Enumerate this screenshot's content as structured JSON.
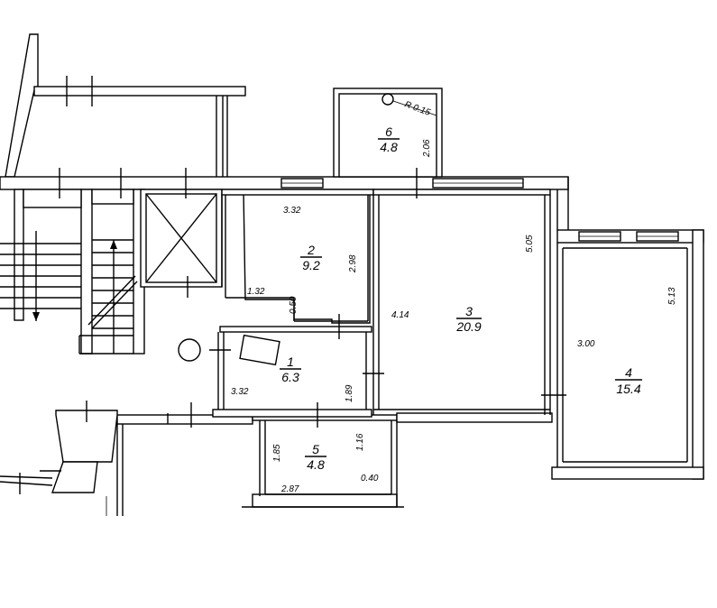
{
  "rooms": [
    {
      "number": "1",
      "area": "6.3"
    },
    {
      "number": "2",
      "area": "9.2"
    },
    {
      "number": "3",
      "area": "20.9"
    },
    {
      "number": "4",
      "area": "15.4"
    },
    {
      "number": "5",
      "area": "4.8"
    },
    {
      "number": "6",
      "area": "4.8"
    }
  ],
  "dimensions": {
    "room6_radius": "R 0.15",
    "room6_side": "2.06",
    "room2_top": "3.32",
    "room2_side": "2.98",
    "room2_niche_w": "1.32",
    "room2_niche_h": "0.50",
    "room3_top": "5.05",
    "room3_side": "4.14",
    "room4_top": "5.13",
    "room4_side": "3.00",
    "room1_width": "3.32",
    "room1_side": "1.89",
    "room5_side_left": "1.85",
    "room5_side_right": "1.16",
    "room5_bottom": "2.87",
    "room5_niche": "0.40"
  }
}
